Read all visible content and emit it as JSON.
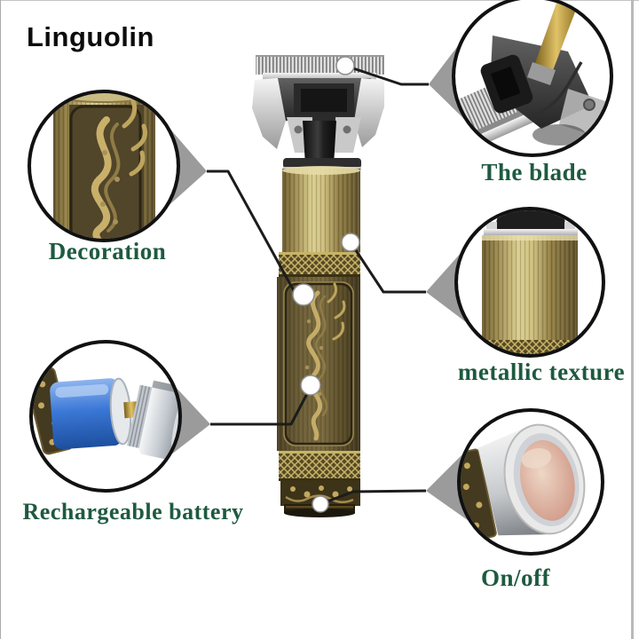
{
  "brand": {
    "name": "Linguolin"
  },
  "callouts": {
    "decoration": {
      "label": "Decoration"
    },
    "blade": {
      "label": "The blade"
    },
    "metallic": {
      "label": "metallic texture"
    },
    "battery": {
      "label": "Rechargeable battery"
    },
    "onoff": {
      "label": "On/off"
    }
  },
  "colors": {
    "label_green": "#1e5a40",
    "brand_text": "#0c0c0c",
    "connector_black": "#1c1c1c",
    "pointer_gray": "#9b9b9b",
    "body_brass": "#cdbf7e",
    "battery_blue": "#3a77d6",
    "button_pink": "#cf9480",
    "background": "#ffffff"
  }
}
